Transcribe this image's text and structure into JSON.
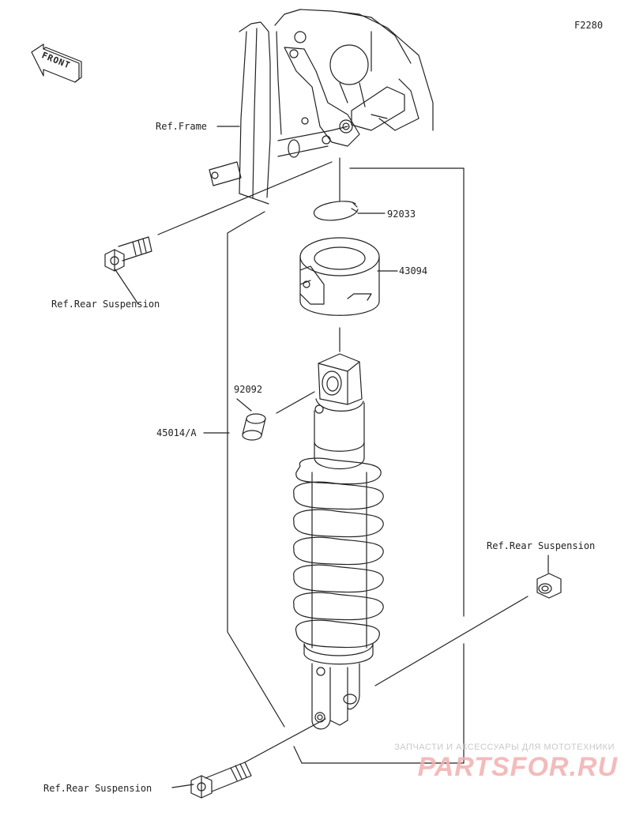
{
  "diagram_code": "F2280",
  "front_label": "FRONT",
  "labels": {
    "ref_frame": "Ref.Frame",
    "ref_rear_susp_left": "Ref.Rear Suspension",
    "ref_rear_susp_right": "Ref.Rear Suspension",
    "ref_rear_susp_bottom": "Ref.Rear Suspension",
    "part_92033": "92033",
    "part_43094": "43094",
    "part_92092": "92092",
    "part_45014": "45014/A"
  },
  "watermark": {
    "tagline": "ЗАПЧАСТИ И АКСЕССУАРЫ ДЛЯ МОТОТЕХНИКИ",
    "brand": "PARTSFOR.RU"
  },
  "colors": {
    "line": "#222222",
    "watermark_brand": "#f2b0b0",
    "watermark_tagline": "#c9c9c9"
  }
}
